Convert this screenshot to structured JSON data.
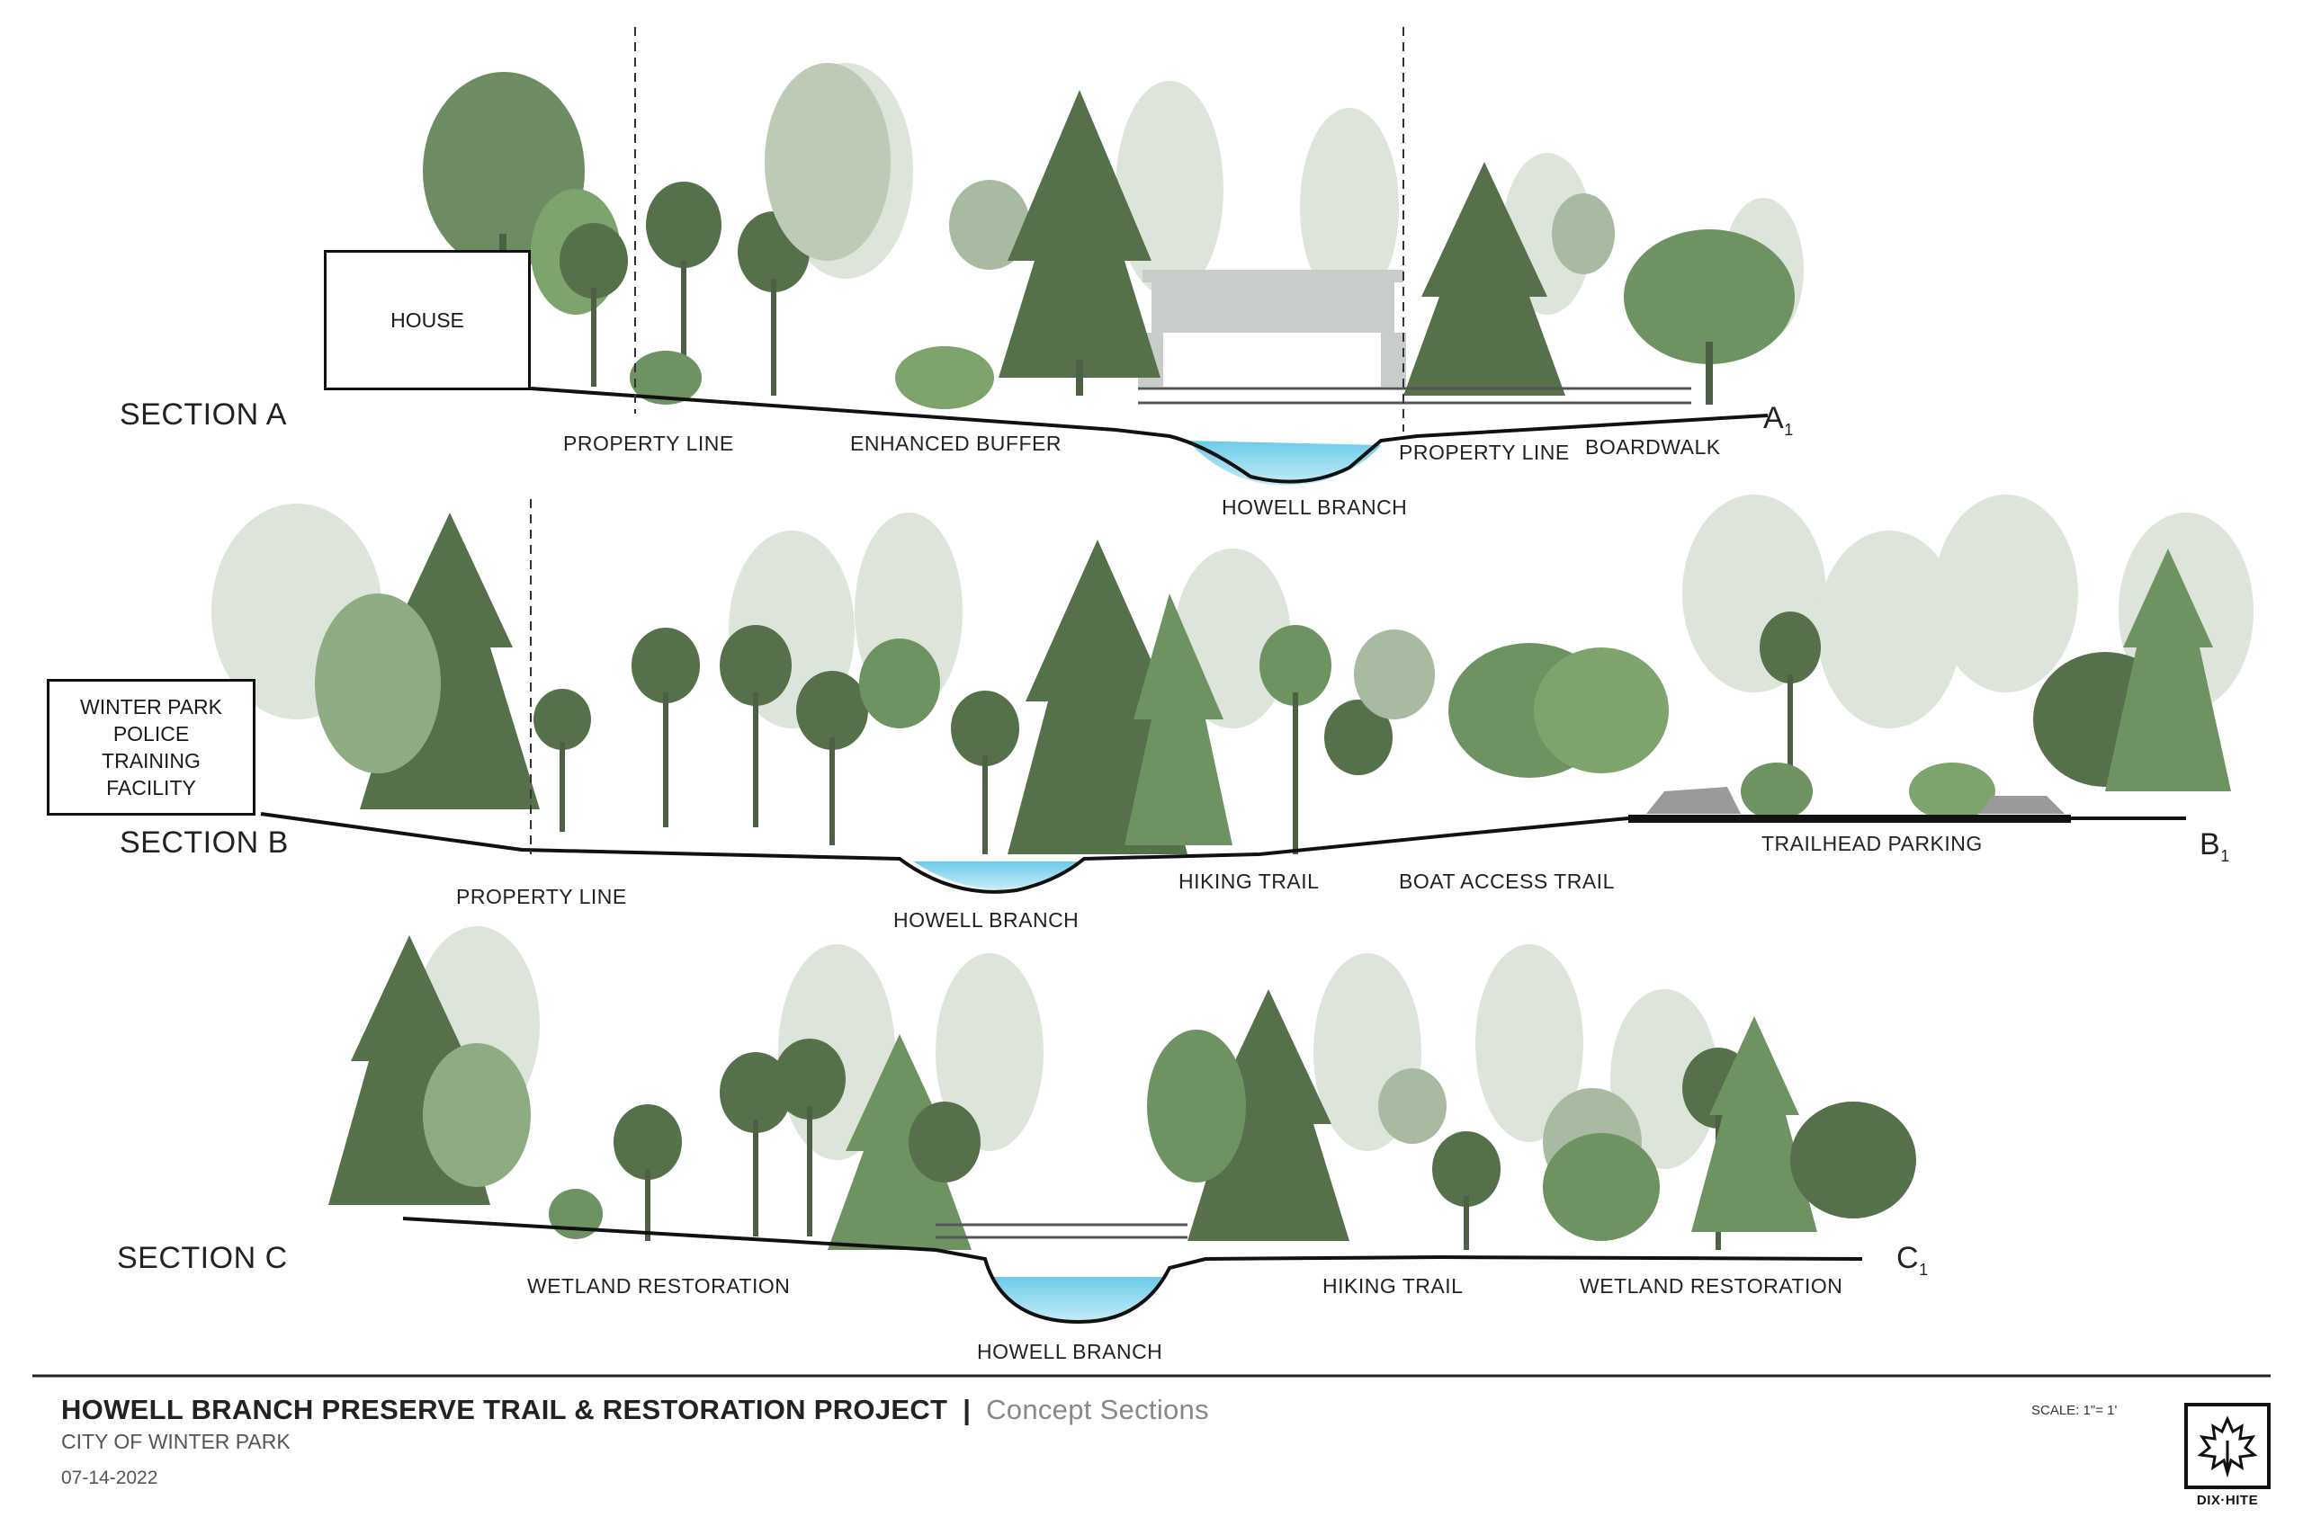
{
  "sections": [
    {
      "title": "SECTION A",
      "marker": "A",
      "marker_sub": "1",
      "boxes": [
        {
          "label": "HOUSE"
        }
      ],
      "labels": [
        "PROPERTY LINE",
        "ENHANCED BUFFER",
        "HOWELL BRANCH",
        "PROPERTY LINE",
        "BOARDWALK"
      ]
    },
    {
      "title": "SECTION B",
      "marker": "B",
      "marker_sub": "1",
      "boxes": [
        {
          "label": "WINTER PARK POLICE TRAINING FACILITY"
        }
      ],
      "labels": [
        "PROPERTY LINE",
        "HOWELL BRANCH",
        "HIKING TRAIL",
        "BOAT ACCESS TRAIL",
        "TRAILHEAD PARKING"
      ]
    },
    {
      "title": "SECTION C",
      "marker": "C",
      "marker_sub": "1",
      "boxes": [],
      "labels": [
        "WETLAND RESTORATION",
        "HOWELL BRANCH",
        "HIKING TRAIL",
        "WETLAND RESTORATION"
      ]
    }
  ],
  "footer": {
    "title": "HOWELL BRANCH PRESERVE TRAIL & RESTORATION PROJECT",
    "separator": "|",
    "subtitle": "Concept Sections",
    "client": "CITY OF WINTER PARK",
    "date": "07-14-2022",
    "scale": "SCALE: 1\"= 1'",
    "logo_text": "DIX·HITE"
  },
  "colors": {
    "tree_dark": "#55704a",
    "tree_mid": "#6f9262",
    "tree_light": "#a9baa3",
    "tree_faint": "#d9e0d6",
    "water": "#8fd3ec",
    "ground": "#111111"
  }
}
